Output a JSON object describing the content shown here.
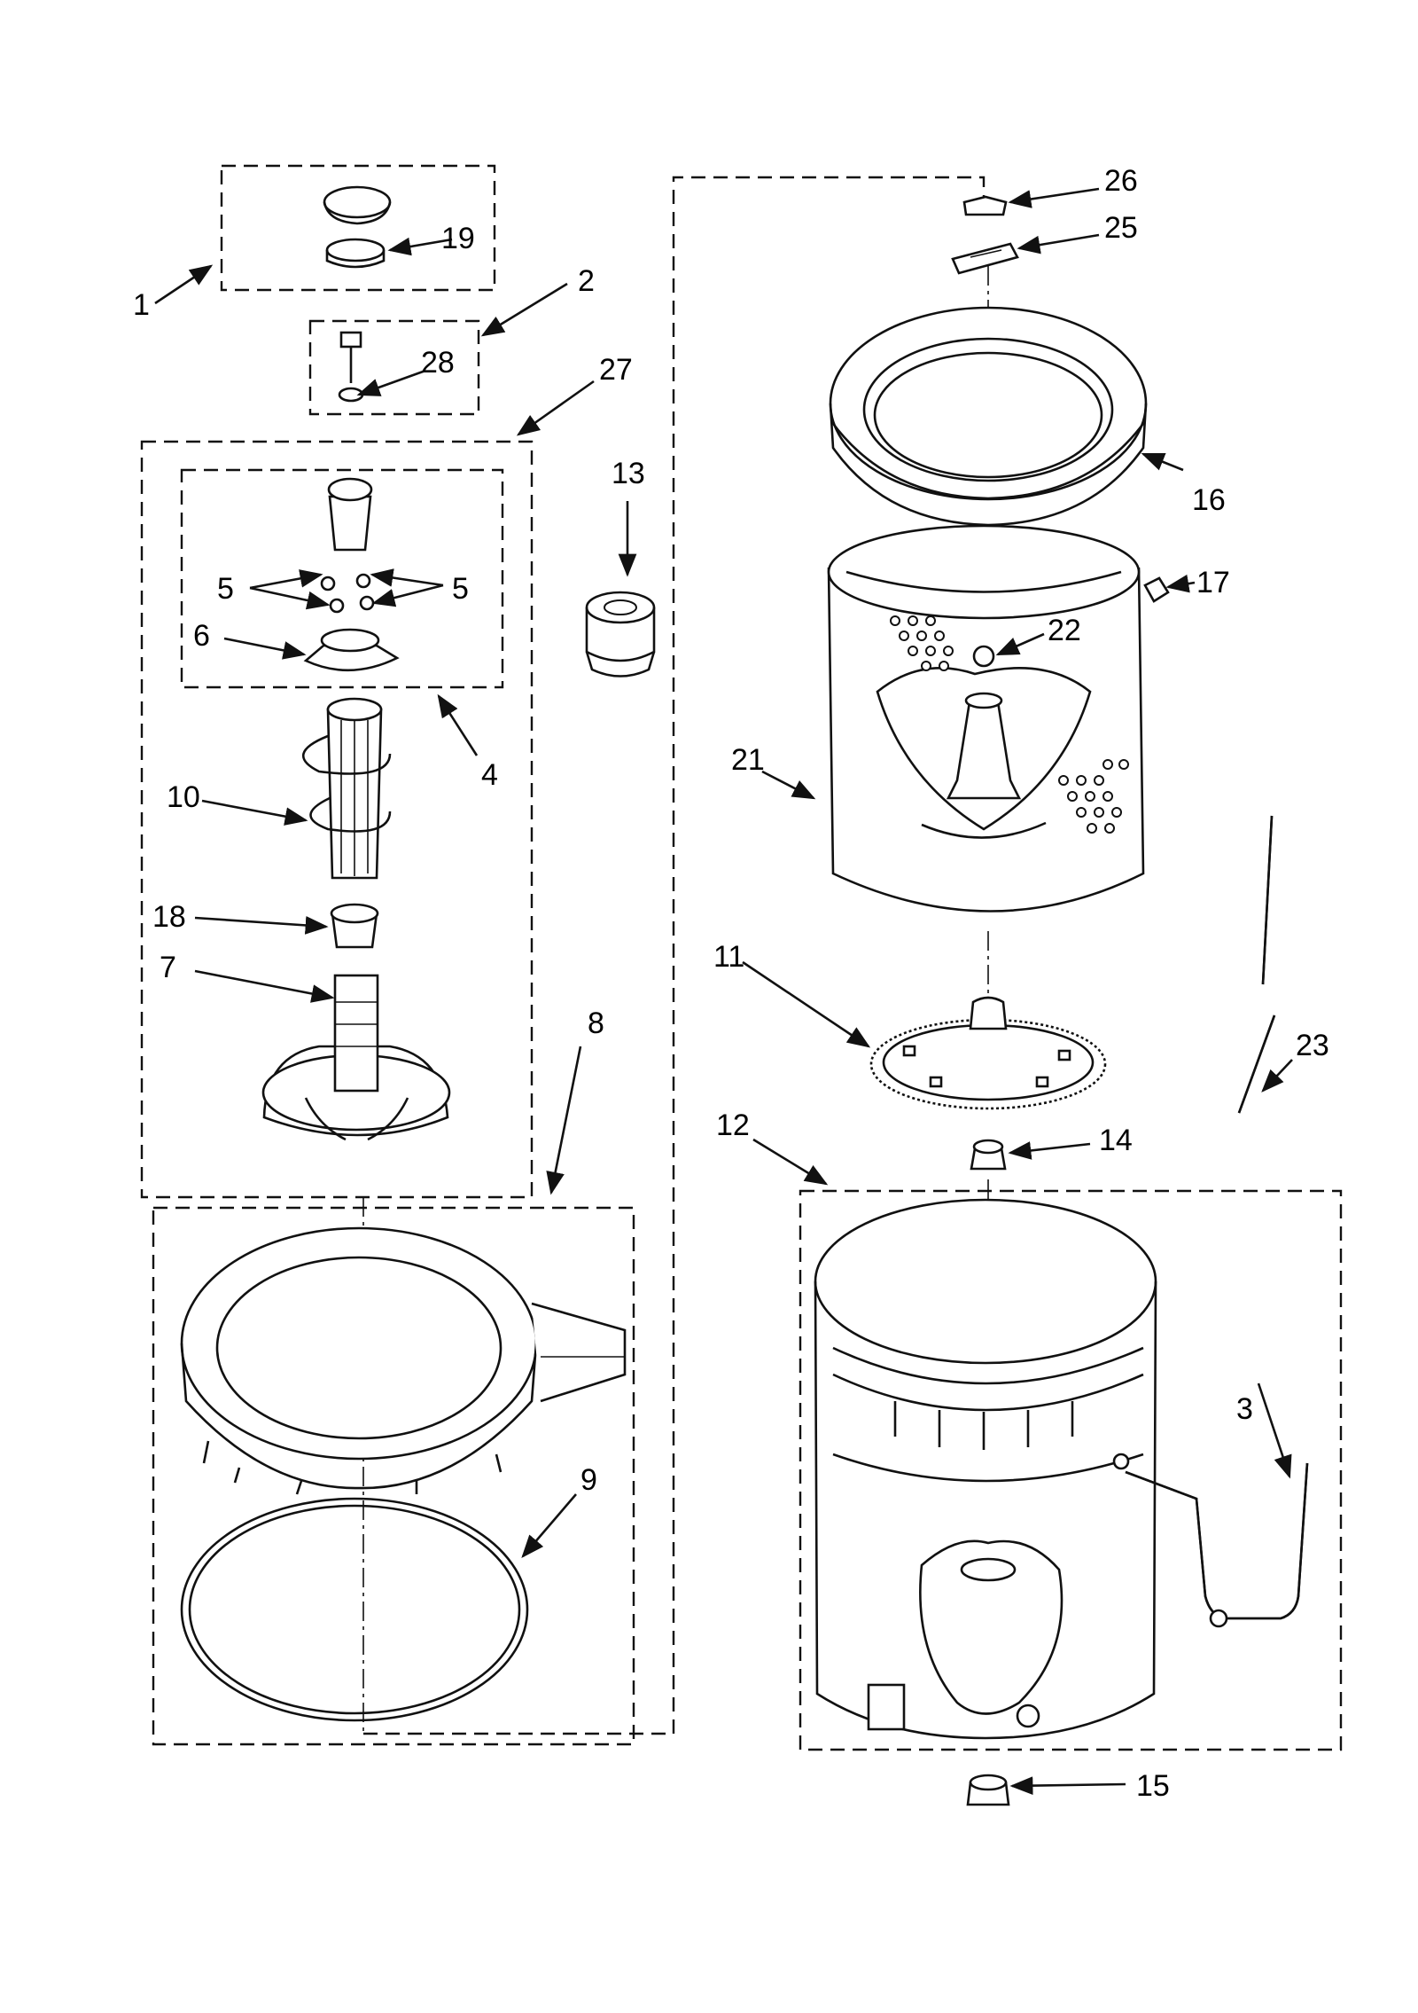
{
  "diagram": {
    "labels": {
      "p1": "1",
      "p2": "2",
      "p3": "3",
      "p4": "4",
      "p5a": "5",
      "p5b": "5",
      "p6": "6",
      "p7": "7",
      "p8": "8",
      "p9": "9",
      "p10": "10",
      "p11": "11",
      "p12": "12",
      "p13": "13",
      "p14": "14",
      "p15": "15",
      "p16": "16",
      "p17": "17",
      "p18": "18",
      "p19": "19",
      "p21": "21",
      "p22": "22",
      "p23": "23",
      "p25": "25",
      "p26": "26",
      "p27": "27",
      "p28": "28"
    }
  }
}
